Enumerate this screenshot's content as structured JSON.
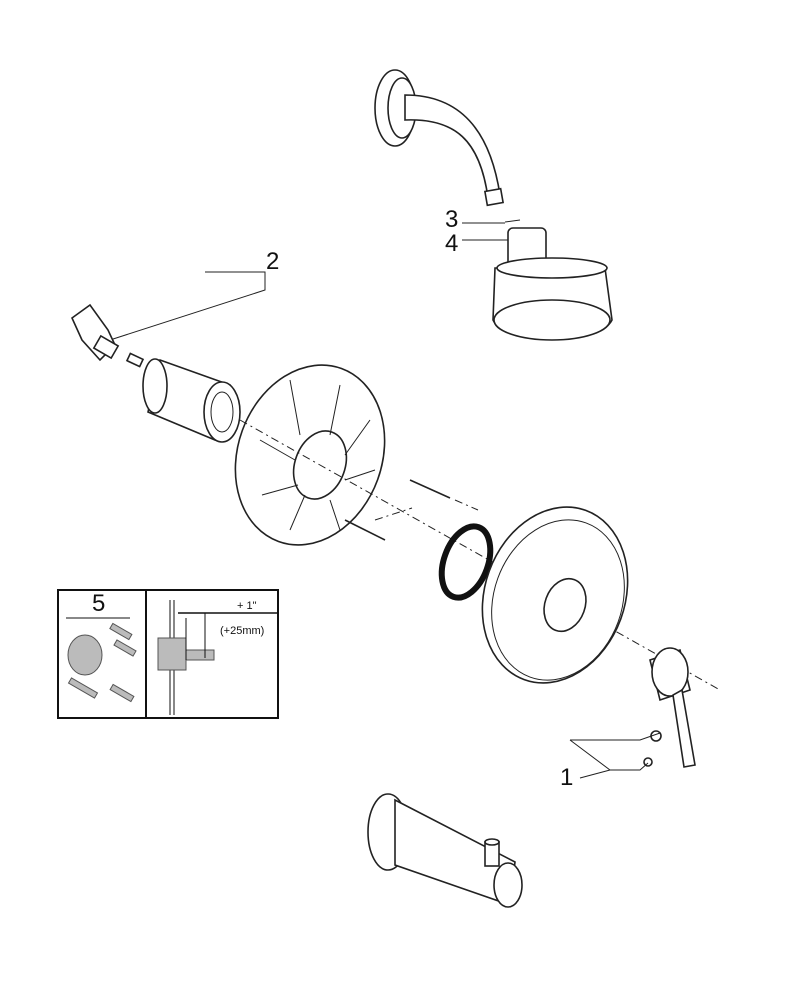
{
  "callouts": {
    "c1": "1",
    "c2": "2",
    "c3": "3",
    "c4": "4",
    "c5": "5"
  },
  "inset": {
    "dim_imperial": "+ 1\"",
    "dim_metric": "(+25mm)"
  }
}
